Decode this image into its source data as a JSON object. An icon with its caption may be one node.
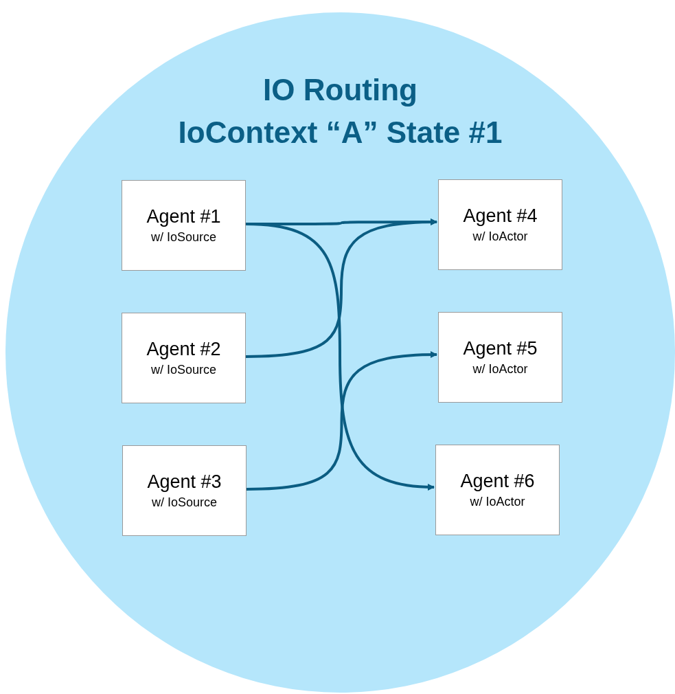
{
  "diagram": {
    "nodes": [
      {
        "text": [
          "IO Routing",
          "IoContext “A” State #1"
        ]
      },
      {
        "text": [
          "Agent #1",
          "w/ IoSource"
        ],
        "in": 0
      },
      {
        "text": [
          "Agent #2",
          "w/ IoSource"
        ],
        "in": 0
      },
      {
        "text": [
          "Agent #3",
          "w/ IoSource"
        ],
        "in": 0
      },
      {
        "text": [
          "Agent #4",
          "w/ IoActor"
        ],
        "in": 0
      },
      {
        "text": [
          "Agent #5",
          "w/ IoActor"
        ],
        "in": 0
      },
      {
        "text": [
          "Agent #6",
          "w/ IoActor"
        ],
        "in": 0
      }
    ],
    "edges": [
      {
        "from": 1,
        "to": 4,
        "arrow": "to"
      },
      {
        "from": 1,
        "to": 6,
        "arrow": "to"
      },
      {
        "from": 2,
        "to": 4,
        "arrow": "to"
      },
      {
        "from": 3,
        "to": 5,
        "arrow": "to"
      }
    ]
  }
}
